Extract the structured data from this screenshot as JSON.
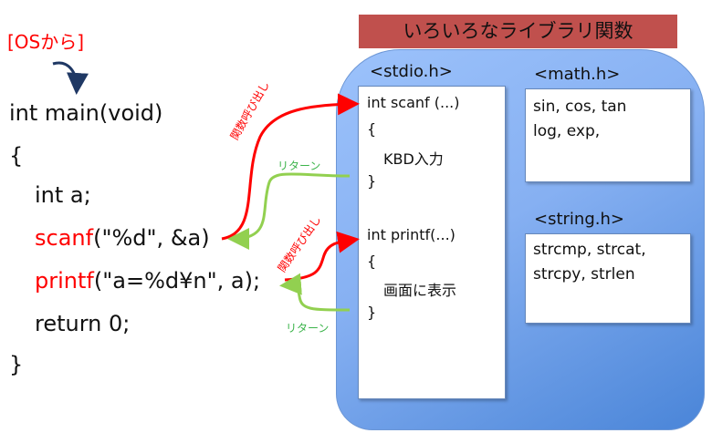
{
  "os_label": "[OSから]",
  "code": {
    "l1": "int main(void)",
    "l2": "{",
    "l3": "int a;",
    "l4_fn": "scanf",
    "l4_rest": "(\"%d\", &a)",
    "l5_fn": "printf",
    "l5_rest": "(\"a=%d¥n\", a);",
    "l6": "return 0;",
    "l7": "}"
  },
  "banner": "いろいろなライブラリ関数",
  "stdio": {
    "header": "<stdio.h>",
    "lines": [
      "int scanf (...)",
      "{",
      "KBD入力",
      "}",
      "int printf(...)",
      "{",
      "画面に表示",
      "}"
    ]
  },
  "math": {
    "header": "<math.h>",
    "lines": [
      "sin, cos, tan",
      "log, exp,"
    ]
  },
  "string": {
    "header": "<string.h>",
    "lines": [
      "strcmp, strcat,",
      "strcpy, strlen"
    ]
  },
  "arrows": {
    "call": "関数呼び出し",
    "ret": "リターン"
  },
  "colors": {
    "call": "#ff0000",
    "ret": "#92d050",
    "banner": "#c0504d"
  }
}
